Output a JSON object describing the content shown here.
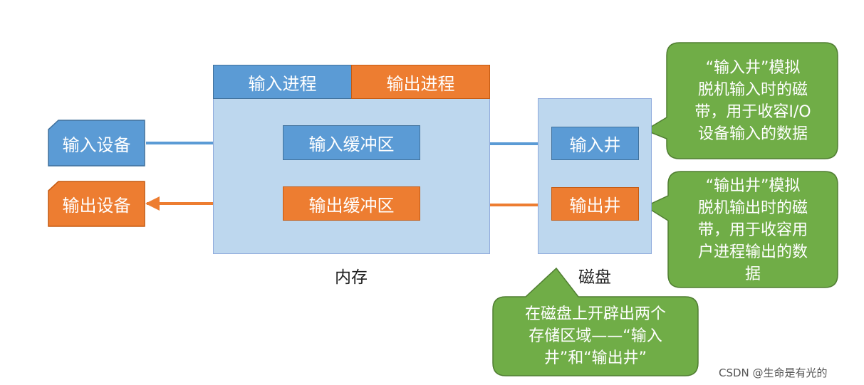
{
  "memory": {
    "label": "内存",
    "input_process": "输入进程",
    "output_process": "输出进程",
    "input_buffer": "输入缓冲区",
    "output_buffer": "输出缓冲区"
  },
  "disk": {
    "label": "磁盘",
    "input_well": "输入井",
    "output_well": "输出井"
  },
  "devices": {
    "input_device": "输入设备",
    "output_device": "输出设备"
  },
  "callouts": {
    "input_well_note": "“输入井”模拟\n脱机输入时的磁\n带，用于收容I/O\n设备输入的数据",
    "output_well_note": "“输出井”模拟\n脱机输出时的磁\n带，用于收容用\n户进程输出的数\n据",
    "disk_note": "在磁盘上开辟出两个\n存储区域——“输入\n井”和“输出井”"
  },
  "watermark": "CSDN @生命是有光的",
  "colors": {
    "blue": "#5b9bd5",
    "orange": "#ed7d31",
    "light_blue": "#bdd7ee",
    "green": "#70ad47"
  }
}
